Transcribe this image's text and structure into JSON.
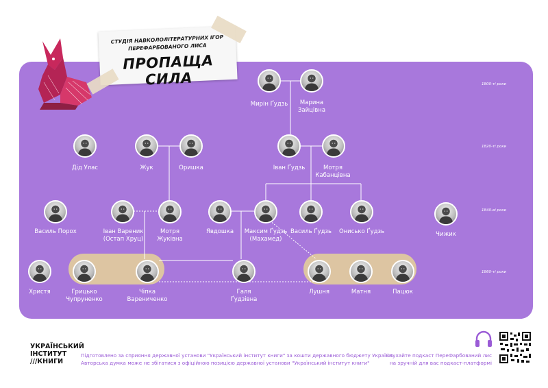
{
  "title": {
    "small_line1": "СТУДІЯ НАВКОЛОЛІТЕРАТУРНИХ ІГОР",
    "small_line2": "ПЕРЕФАРБОВАНОГО ЛИСА",
    "main": "ПРОПАЩА СИЛА"
  },
  "eras": [
    "1800-ті роки",
    "1820-ті роки",
    "1840-ві роки",
    "1860-ті роки"
  ],
  "people": [
    {
      "id": "myron",
      "name": "Мирін Ґудзь"
    },
    {
      "id": "maryna",
      "name": "Марина Зайцівна"
    },
    {
      "id": "did_ulas",
      "name": "Дід Улас"
    },
    {
      "id": "zhuk",
      "name": "Жук"
    },
    {
      "id": "oryshka",
      "name": "Оришка"
    },
    {
      "id": "ivan_gudz",
      "name": "Іван Ґудзь"
    },
    {
      "id": "motria_k",
      "name": "Мотря Кабанцівна"
    },
    {
      "id": "vasyl_poroh",
      "name": "Василь Порох"
    },
    {
      "id": "ivan_varenyk",
      "name": "Іван Вареник (Остап Хруц)"
    },
    {
      "id": "motria_zh",
      "name": "Мотря Жуківна"
    },
    {
      "id": "yavdoshka",
      "name": "Явдошка"
    },
    {
      "id": "maksym",
      "name": "Максим Ґудзь (Махамед)"
    },
    {
      "id": "vasyl_gudz",
      "name": "Василь Ґудзь"
    },
    {
      "id": "onysko",
      "name": "Онисько Ґудзь"
    },
    {
      "id": "chyzhyk",
      "name": "Чижик"
    },
    {
      "id": "khrystia",
      "name": "Христя"
    },
    {
      "id": "grytsko",
      "name": "Грицько Чупруненко"
    },
    {
      "id": "chipka",
      "name": "Чіпка Варениченко"
    },
    {
      "id": "halia",
      "name": "Галя Ґудзівна"
    },
    {
      "id": "lushnia",
      "name": "Лушня"
    },
    {
      "id": "matnia",
      "name": "Матня"
    },
    {
      "id": "patsiuk",
      "name": "Пацюк"
    }
  ],
  "footer": {
    "logo_line1": "УКРАЇНСЬКИЙ",
    "logo_line2": "ІНСТИТУТ",
    "logo_line3": "///КНИГИ",
    "text_line1": "Підготовлено за сприяння державної установи \"Український інститут книги\" за кошти державного бюджету України.",
    "text_line2": "Авторська думка може не збігатися з офіційною позицією державної установи \"Український інститут книги\"",
    "right_line1": "Слухайте подкаст ПереФарбований лис",
    "right_line2": "на зручній для вас подкаст-платформі"
  },
  "colors": {
    "panel": "#a878dc",
    "pill": "#ddc5a2",
    "accent_text": "#9a5bd6",
    "fox": "#c8285c"
  },
  "icons": [
    "headphones-icon",
    "qr-code",
    "fox-illustration"
  ]
}
